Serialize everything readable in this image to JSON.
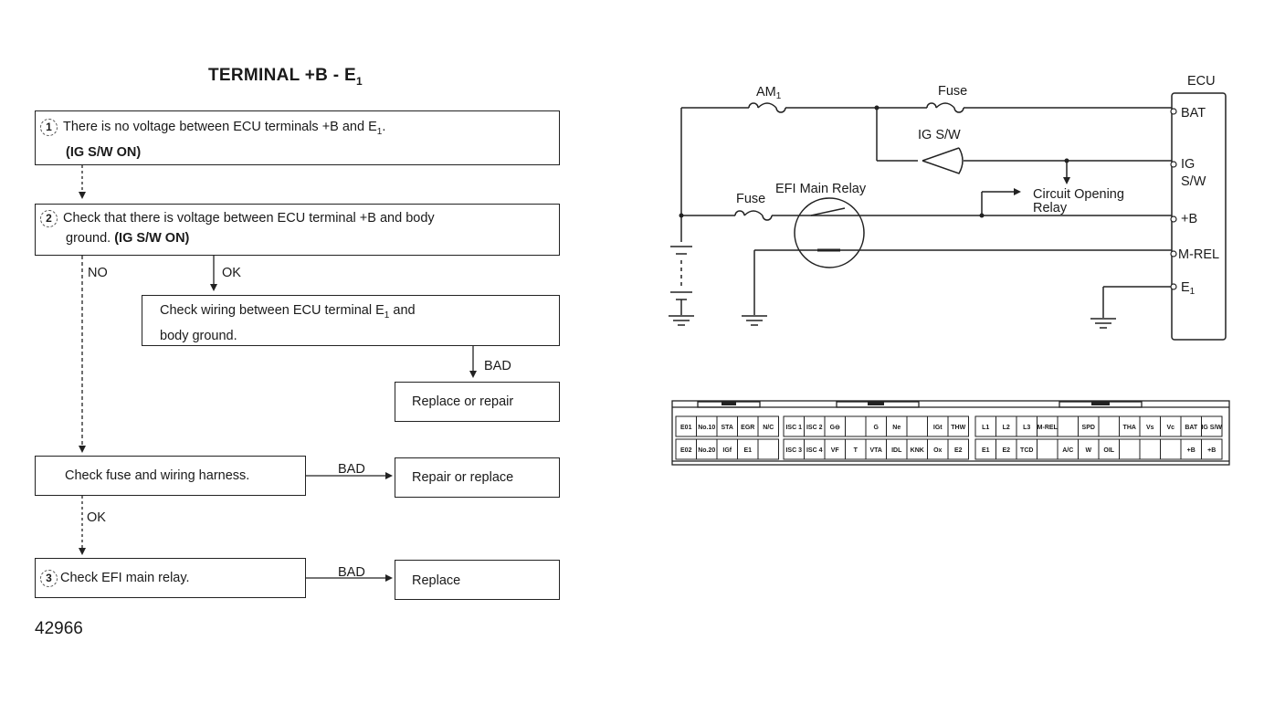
{
  "flow": {
    "title_main": "TERMINAL +B - E",
    "title_sub": "1",
    "step1_num": "1",
    "step1_line1": "There is no voltage between ECU terminals +B and E",
    "step1_line1_sub": "1",
    "step1_line1_end": ".",
    "step1_line2": "(IG S/W ON)",
    "step2_num": "2",
    "step2_line1": "Check that there is voltage between ECU terminal +B and body",
    "step2_line2_a": "ground. ",
    "step2_line2_b": "(IG S/W ON)",
    "label_no": "NO",
    "label_ok1": "OK",
    "check_wiring_line1": "Check wiring between ECU terminal E",
    "check_wiring_sub": "1",
    "check_wiring_line1_end": " and",
    "check_wiring_line2": "body ground.",
    "label_bad1": "BAD",
    "replace_repair": "Replace or repair",
    "check_fuse": "Check fuse and wiring harness.",
    "label_bad2": "BAD",
    "repair_replace": "Repair or replace",
    "label_ok2": "OK",
    "step3_num": "3",
    "step3_text": "Check EFI main relay.",
    "label_bad3": "BAD",
    "replace": "Replace",
    "figure_number": "42966"
  },
  "circuit": {
    "am1": "AM",
    "am1_sub": "1",
    "fuse_top": "Fuse",
    "ig_sw": "IG S/W",
    "fuse_left": "Fuse",
    "efi_main_relay": "EFI Main Relay",
    "circuit_opening_relay_1": "Circuit Opening",
    "circuit_opening_relay_2": "Relay",
    "ecu": "ECU",
    "bat": "BAT",
    "ig_1": "IG",
    "ig_2": "S/W",
    "plus_b": "+B",
    "m_rel": "M-REL",
    "e1": "E",
    "e1_sub": "1"
  },
  "connector": {
    "row1": [
      "E01",
      "No.10",
      "STA",
      "EGR",
      "N/C",
      "ISC 1",
      "ISC 2",
      "G⊖",
      "",
      "G",
      "Ne",
      "",
      "IGt",
      "THW",
      "L1",
      "L2",
      "L3",
      "M-REL",
      "",
      "SPD",
      "",
      "THA",
      "Vs",
      "Vc",
      "BAT",
      "IG S/W"
    ],
    "row2": [
      "E02",
      "No.20",
      "IGf",
      "E1",
      "",
      "ISC 3",
      "ISC 4",
      "VF",
      "T",
      "VTA",
      "IDL",
      "KNK",
      "Ox",
      "E2",
      "E1",
      "E2",
      "TCD",
      "",
      "A/C",
      "W",
      "OIL",
      "",
      "",
      "",
      "+B",
      "+B"
    ]
  }
}
